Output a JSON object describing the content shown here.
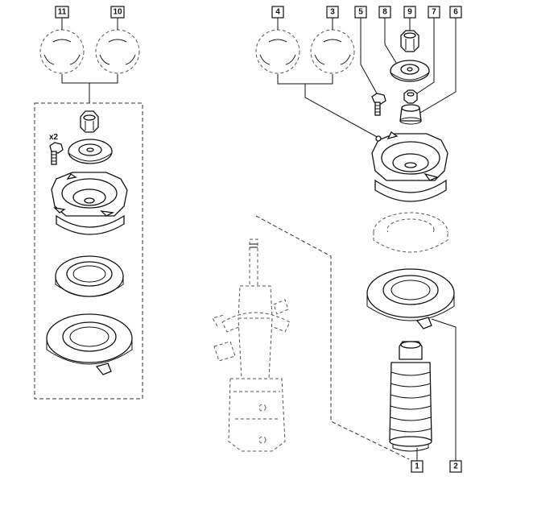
{
  "diagram": {
    "title": "Front suspension strut mounting — exploded view",
    "callouts": [
      {
        "id": "c1",
        "label": "1"
      },
      {
        "id": "c2",
        "label": "2"
      },
      {
        "id": "c3",
        "label": "3"
      },
      {
        "id": "c4",
        "label": "4"
      },
      {
        "id": "c5",
        "label": "5"
      },
      {
        "id": "c6",
        "label": "6"
      },
      {
        "id": "c7",
        "label": "7"
      },
      {
        "id": "c8",
        "label": "8"
      },
      {
        "id": "c9",
        "label": "9"
      },
      {
        "id": "c10",
        "label": "10"
      },
      {
        "id": "c11",
        "label": "11"
      }
    ],
    "quantity_note": "x2",
    "colors": {
      "line": "#111111",
      "background": "#ffffff"
    }
  }
}
